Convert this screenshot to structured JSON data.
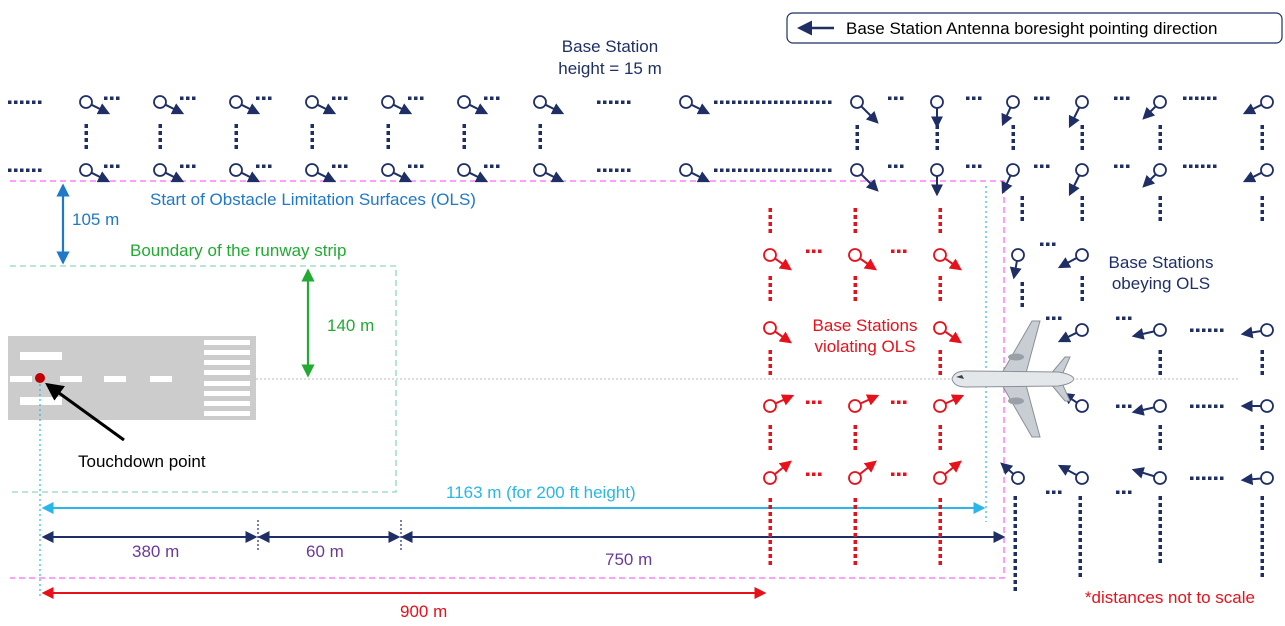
{
  "legend": {
    "arrow_label": "Base Station Antenna boresight pointing direction"
  },
  "labels": {
    "bs_height": [
      "Base Station",
      "height = 15 m"
    ],
    "ols_start": "Start of Obstacle Limitation Surfaces (OLS)",
    "runway_strip": "Boundary of the runway strip",
    "violating": [
      "Base Stations",
      "violating OLS"
    ],
    "obeying": [
      "Base Stations",
      "obeying OLS"
    ],
    "touchdown": "Touchdown point",
    "footnote": "*distances not to scale"
  },
  "distances": {
    "d105": "105 m",
    "d140": "140 m",
    "d1163": "1163 m  (for 200 ft height)",
    "d380": "380 m",
    "d60": "60 m",
    "d750": "750 m",
    "d900": "900 m"
  },
  "colors": {
    "navy": "#1f2f66",
    "red": "#e8101a",
    "magenta": "#ff66ff",
    "teal_dash": "#8fd7bf",
    "green": "#22aa33",
    "blue": "#1f78c8",
    "cyan": "#29b6ea",
    "purple": "#6a3a9a",
    "runway": "#cccccc",
    "touchdown": "#c00000"
  }
}
